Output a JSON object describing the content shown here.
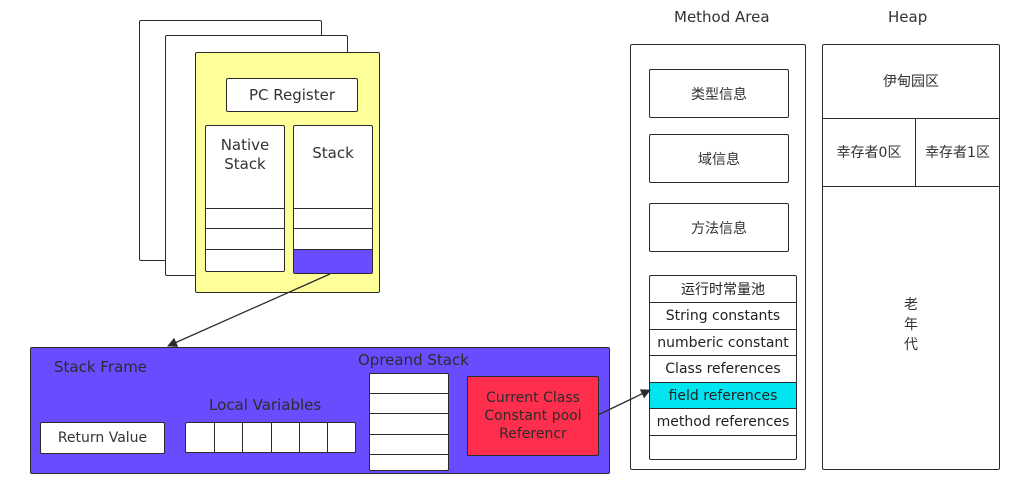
{
  "colors": {
    "thread_bg": "#ffff99",
    "frame_bg": "#6a4cff",
    "stack_top": "#6a4cff",
    "current_class_bg": "#ff2e4d",
    "highlight_cell": "#00e5f0",
    "stroke": "#2b2b2b"
  },
  "thread": {
    "pc_register": "PC Register",
    "native_stack": "Native\nStack",
    "stack": "Stack"
  },
  "frame": {
    "title": "Stack Frame",
    "return_value": "Return Value",
    "local_variables": "Local Variables",
    "operand_stack": "Opreand Stack",
    "current_class": "Current Class\nConstant pool\nReferencr"
  },
  "method_area": {
    "title": "Method Area",
    "type_info": "类型信息",
    "field_info": "域信息",
    "method_info": "方法信息",
    "pool": {
      "header": "运行时常量池",
      "items": [
        "String constants",
        "numberic constant",
        "Class references",
        "field references",
        "method references",
        ""
      ]
    }
  },
  "heap": {
    "title": "Heap",
    "eden": "伊甸园区",
    "survivor0": "幸存者0区",
    "survivor1": "幸存者1区",
    "old": "老\n年\n代"
  }
}
